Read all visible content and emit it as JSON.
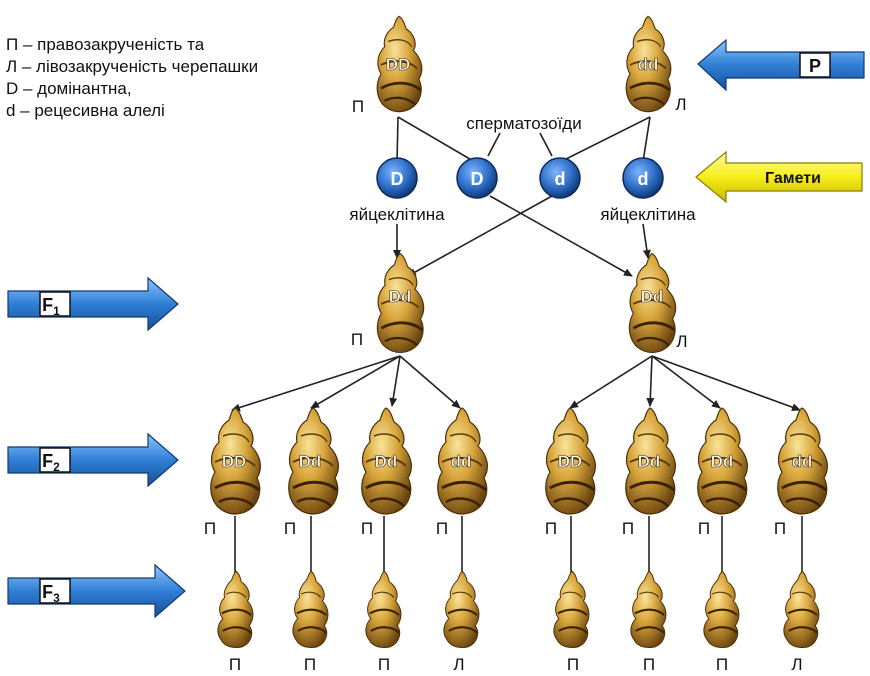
{
  "legend": [
    "П – правозакрученість та",
    "Л – лівозакрученість черепашки",
    "D – домінантна,",
    "d – рецесивна алелі"
  ],
  "labels": {
    "sperm": "сперматозоїди",
    "egg_left": "яйцеклітина",
    "egg_right": "яйцеклітина"
  },
  "arrows": {
    "P": "P",
    "gametes": "Гамети",
    "F1": "F",
    "F1_sub": "1",
    "F2": "F",
    "F2_sub": "2",
    "F3": "F",
    "F3_sub": "3"
  },
  "parents": [
    {
      "genotype": "DD",
      "coil": "П"
    },
    {
      "genotype": "dd",
      "coil": "Л"
    }
  ],
  "gametes": [
    "D",
    "D",
    "d",
    "d"
  ],
  "f1": [
    {
      "genotype": "Dd",
      "coil": "П"
    },
    {
      "genotype": "Dd",
      "coil": "Л"
    }
  ],
  "f2": [
    {
      "genotype": "DD",
      "coil": "П"
    },
    {
      "genotype": "Dd",
      "coil": "П"
    },
    {
      "genotype": "Dd",
      "coil": "П"
    },
    {
      "genotype": "dd",
      "coil": "П"
    },
    {
      "genotype": "DD",
      "coil": "П"
    },
    {
      "genotype": "Dd",
      "coil": "П"
    },
    {
      "genotype": "Dd",
      "coil": "П"
    },
    {
      "genotype": "dd",
      "coil": "П"
    }
  ],
  "f3": [
    "П",
    "П",
    "П",
    "Л",
    "П",
    "П",
    "П",
    "Л"
  ],
  "colors": {
    "shell_light": "#e8c25a",
    "shell_mid": "#c8962c",
    "shell_dark": "#6b4510",
    "gamete_fill": "#3a7fd0",
    "arrow_blue": "#2f7fd6",
    "arrow_yellow": "#f6ee1a",
    "line": "#222222"
  }
}
